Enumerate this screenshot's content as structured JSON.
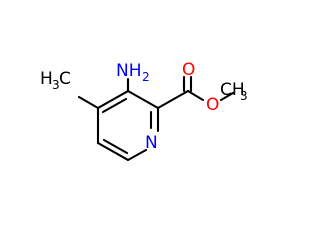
{
  "molecule": {
    "labels": {
      "amino_n": "NH",
      "amino_sub": "2",
      "ring_n": "N",
      "carbonyl_o": "O",
      "ester_o": "O",
      "methoxy_c": "CH",
      "methoxy_sub": "3",
      "methyl_c": "H",
      "methyl_sub": "3",
      "methyl_c2": "C"
    },
    "colors": {
      "carbon": "#000000",
      "nitrogen": "#0000ff",
      "oxygen": "#ff0000"
    }
  }
}
